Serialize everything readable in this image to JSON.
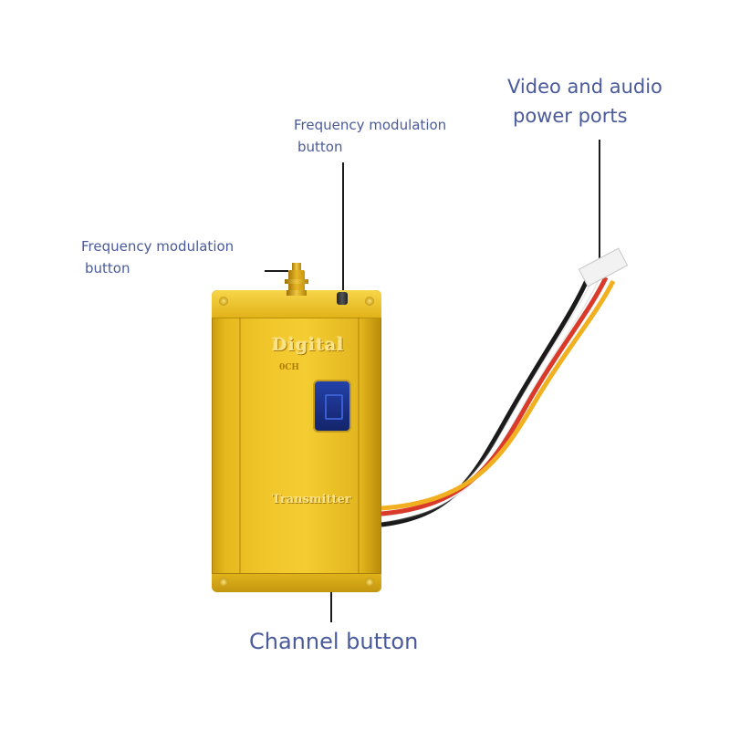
{
  "labels": {
    "video_audio_line1": "Video and audio",
    "video_audio_line2": "power ports",
    "freq_mod_top_line1": "Frequency modulation",
    "freq_mod_top_line2": "button",
    "freq_mod_left_line1": "Frequency modulation",
    "freq_mod_left_line2": "button",
    "channel": "Channel button"
  },
  "device": {
    "brand": "Digital",
    "model_small": "0CH",
    "name": "Transmitter",
    "body_color": "#f0c52a",
    "display_color": "#1a2f84"
  },
  "cables": {
    "colors": [
      "#1a1a1a",
      "#ffffff",
      "#d93a2a",
      "#f0b020"
    ]
  },
  "colors": {
    "label_text": "#4a5a9a",
    "pointer_line": "#1a1a1a"
  }
}
